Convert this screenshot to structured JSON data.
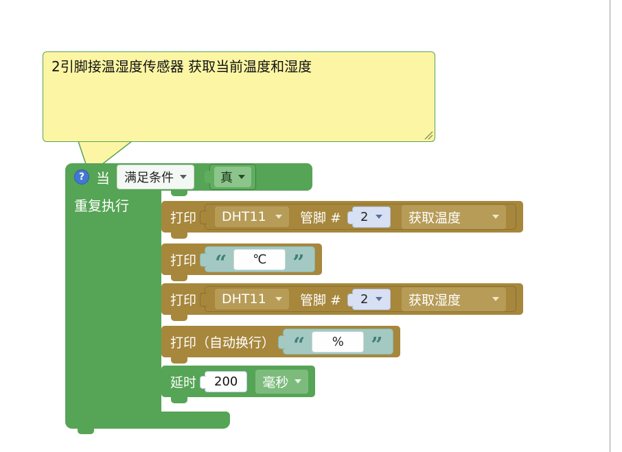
{
  "comment": {
    "text": "2引脚接温湿度传感器 获取当前温度和湿度"
  },
  "when_block": {
    "help_icon": "?",
    "label": "当",
    "condition": "满足条件",
    "value": "真",
    "repeat_label": "重复执行"
  },
  "rows": [
    {
      "label": "打印",
      "sensor": "DHT11",
      "pin_label": "管脚 #",
      "pin": "2",
      "reading": "获取温度"
    },
    {
      "label": "打印",
      "string": "℃"
    },
    {
      "label": "打印",
      "sensor": "DHT11",
      "pin_label": "管脚 #",
      "pin": "2",
      "reading": "获取湿度"
    },
    {
      "label": "打印（自动换行）",
      "string": "%"
    },
    {
      "label": "延时",
      "value": "200",
      "unit": "毫秒"
    }
  ],
  "strings": {
    "quote_open": "“",
    "quote_close": "”"
  },
  "colors": {
    "loop_green": "#56a456",
    "true_green": "#5fae5f",
    "print_brown": "#a6873c",
    "dropdown_tan": "#b79c58",
    "string_teal": "#a3c9c2",
    "pin_blue": "#d8e0f4",
    "comment_yellow": "#fcf6a4",
    "comment_border": "#58a058",
    "help_blue": "#4477d1"
  }
}
